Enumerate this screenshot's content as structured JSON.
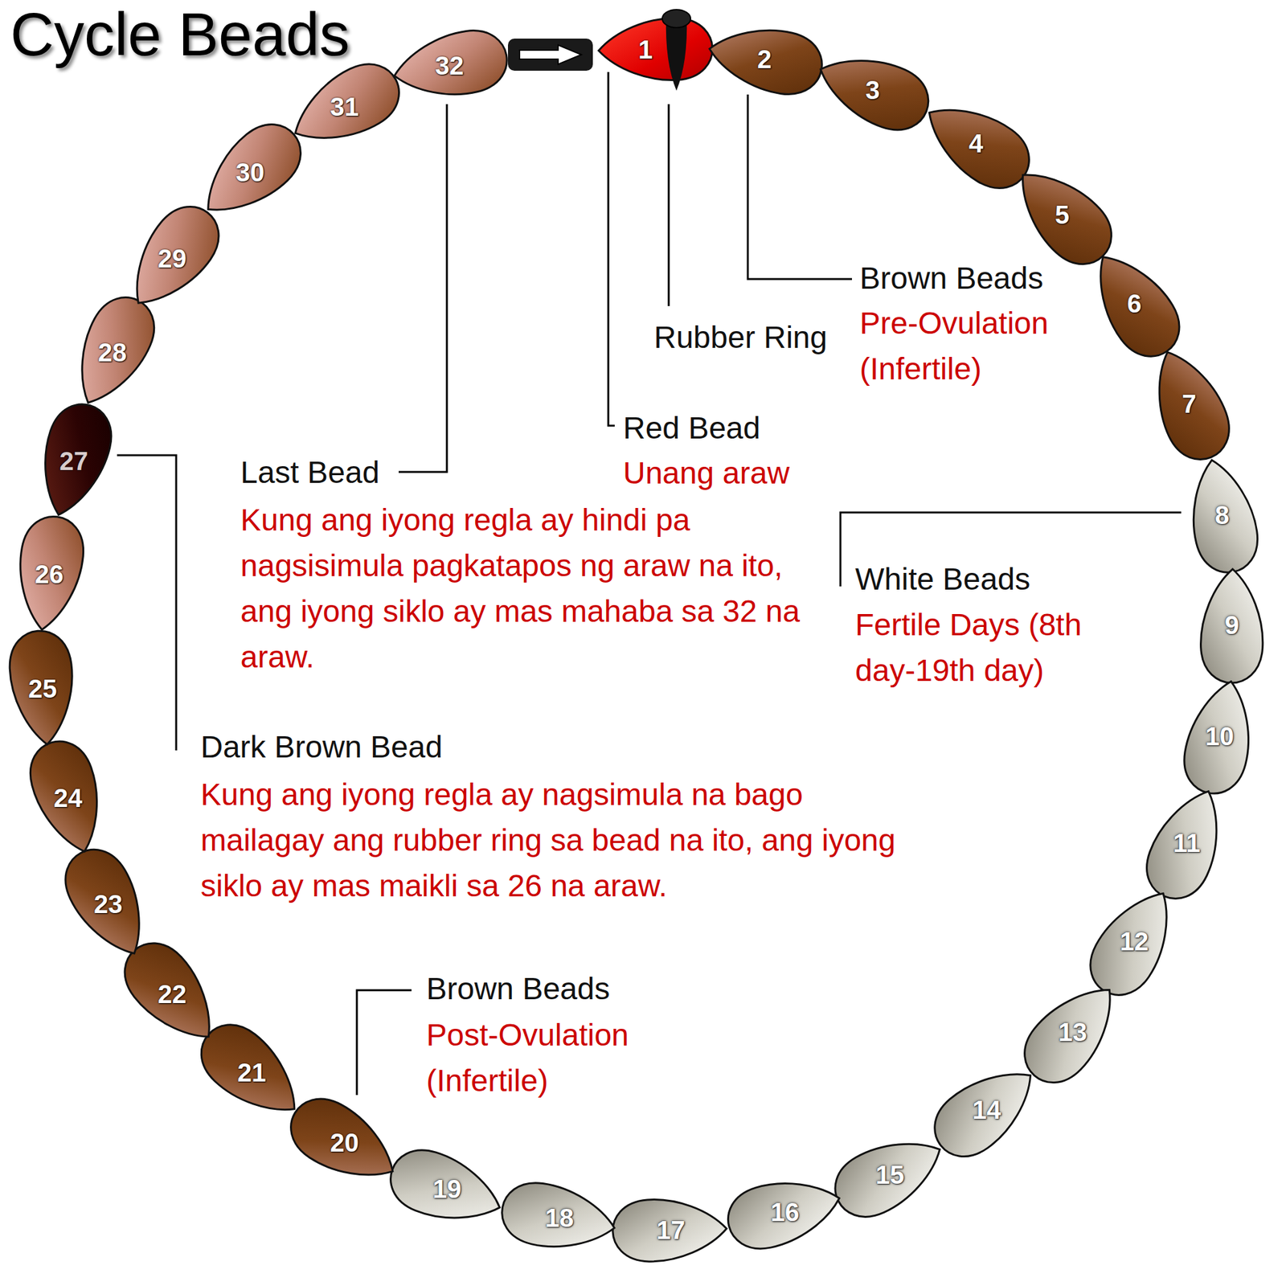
{
  "diagram": {
    "title": "Cycle Beads",
    "nodes": [
      {
        "text": [
          "1"
        ]
      },
      {
        "text": [
          "2"
        ]
      },
      {
        "text": [
          "3"
        ]
      },
      {
        "text": [
          "4"
        ]
      },
      {
        "text": [
          "5"
        ]
      },
      {
        "text": [
          "6"
        ]
      },
      {
        "text": [
          "7"
        ]
      },
      {
        "text": [
          "8"
        ]
      },
      {
        "text": [
          "9"
        ]
      },
      {
        "text": [
          "10"
        ]
      },
      {
        "text": [
          "11"
        ]
      },
      {
        "text": [
          "12"
        ]
      },
      {
        "text": [
          "13"
        ]
      },
      {
        "text": [
          "14"
        ]
      },
      {
        "text": [
          "15"
        ]
      },
      {
        "text": [
          "16"
        ]
      },
      {
        "text": [
          "17"
        ]
      },
      {
        "text": [
          "18"
        ]
      },
      {
        "text": [
          "19"
        ]
      },
      {
        "text": [
          "20"
        ]
      },
      {
        "text": [
          "21"
        ]
      },
      {
        "text": [
          "22"
        ]
      },
      {
        "text": [
          "23"
        ]
      },
      {
        "text": [
          "24"
        ]
      },
      {
        "text": [
          "25"
        ]
      },
      {
        "text": [
          "26"
        ]
      },
      {
        "text": [
          "27"
        ]
      },
      {
        "text": [
          "28"
        ]
      },
      {
        "text": [
          "29"
        ]
      },
      {
        "text": [
          "30"
        ]
      },
      {
        "text": [
          "31"
        ]
      },
      {
        "text": [
          "32"
        ]
      }
    ],
    "labels": [
      "Rubber Ring",
      "Brown Beads",
      "Pre-Ovulation (Infertile)",
      "Red Bead",
      "Unang araw",
      "Last Bead",
      "Kung ang iyong regla ay hindi pa nagsisimula pagkatapos ng araw na ito, ang iyong siklo ay mas mahaba sa 32 na araw.",
      "White Beads",
      "Fertile Days (8th day-19th day)",
      "Dark Brown Bead",
      "Kung ang iyong regla ay nagsimula na bago mailagay ang rubber ring sa bead na ito, ang iyong siklo ay mas maikli sa 26 na araw.",
      "Brown Beads",
      "Post-Ovulation (Infertile)"
    ]
  }
}
